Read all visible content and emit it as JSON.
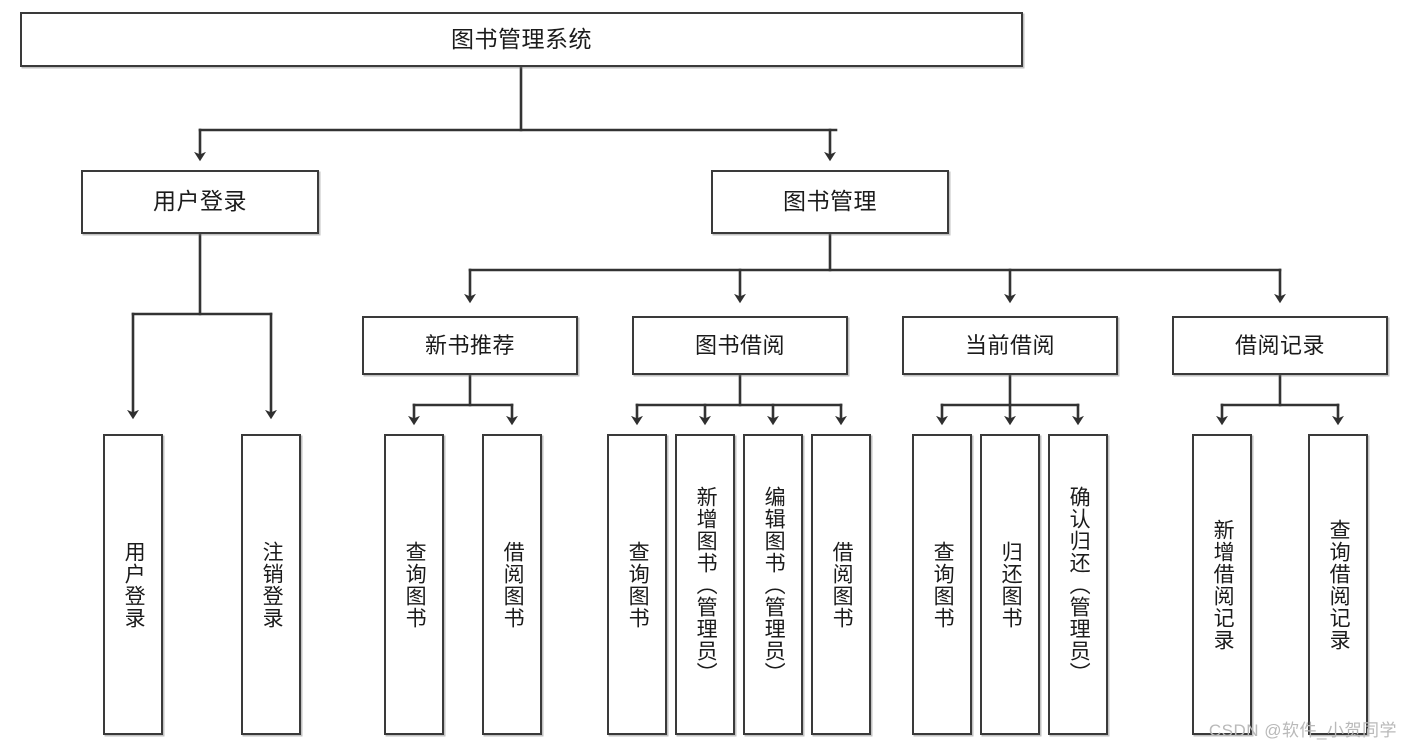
{
  "diagram": {
    "type": "tree-hierarchy",
    "title": "图书管理系统",
    "watermark": "CSDN @软件_小贺同学",
    "colors": {
      "box_border": "#3a3a3a",
      "box_fill": "#ffffff",
      "connector": "#333333",
      "text": "#1b1b1b",
      "watermark": "#b9b9b9"
    },
    "root": {
      "id": "root",
      "label": "图书管理系统"
    },
    "level2": [
      {
        "id": "user-login",
        "label": "用户登录"
      },
      {
        "id": "book-manage",
        "label": "图书管理"
      }
    ],
    "level3": [
      {
        "id": "new-book-rec",
        "label": "新书推荐",
        "parent": "book-manage"
      },
      {
        "id": "book-borrow",
        "label": "图书借阅",
        "parent": "book-manage"
      },
      {
        "id": "current-borrow",
        "label": "当前借阅",
        "parent": "book-manage"
      },
      {
        "id": "borrow-record",
        "label": "借阅记录",
        "parent": "book-manage"
      }
    ],
    "leaves": [
      {
        "id": "leaf-user-login",
        "label": "用户登录",
        "parent": "user-login"
      },
      {
        "id": "leaf-user-logout",
        "label": "注销登录",
        "parent": "user-login"
      },
      {
        "id": "leaf-query-book-1",
        "label": "查询图书",
        "parent": "new-book-rec"
      },
      {
        "id": "leaf-borrow-book-1",
        "label": "借阅图书",
        "parent": "new-book-rec"
      },
      {
        "id": "leaf-query-book-2",
        "label": "查询图书",
        "parent": "book-borrow"
      },
      {
        "id": "leaf-add-book",
        "label": "新增图书（管理员）",
        "parent": "book-borrow"
      },
      {
        "id": "leaf-edit-book",
        "label": "编辑图书（管理员）",
        "parent": "book-borrow"
      },
      {
        "id": "leaf-borrow-book-2",
        "label": "借阅图书",
        "parent": "book-borrow"
      },
      {
        "id": "leaf-query-book-3",
        "label": "查询图书",
        "parent": "current-borrow"
      },
      {
        "id": "leaf-return-book",
        "label": "归还图书",
        "parent": "current-borrow"
      },
      {
        "id": "leaf-confirm-return",
        "label": "确认归还（管理员）",
        "parent": "current-borrow"
      },
      {
        "id": "leaf-add-record",
        "label": "新增借阅记录",
        "parent": "borrow-record"
      },
      {
        "id": "leaf-query-record",
        "label": "查询借阅记录",
        "parent": "borrow-record"
      }
    ]
  }
}
